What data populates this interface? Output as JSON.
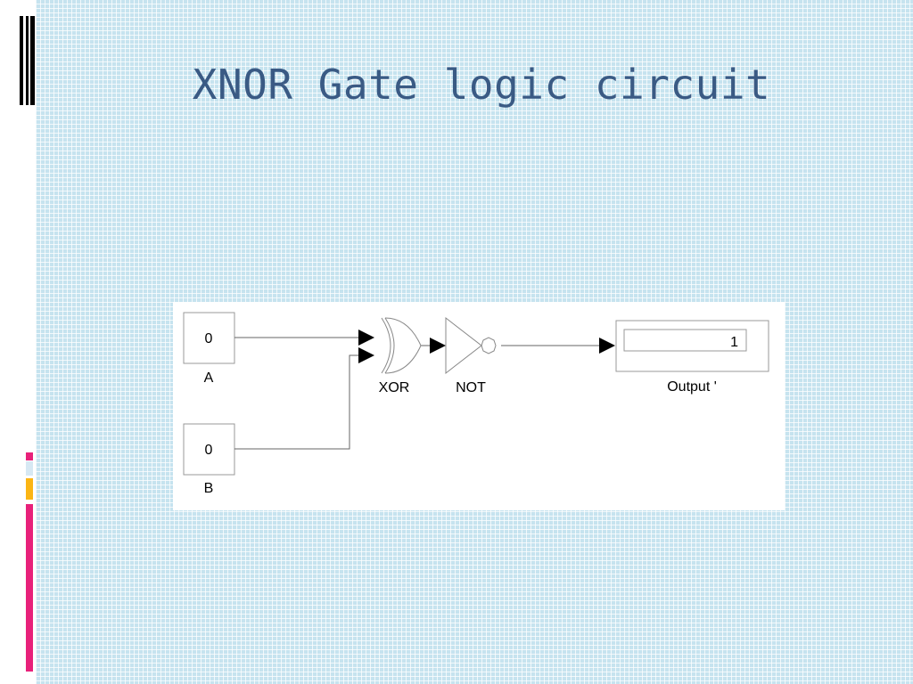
{
  "slide": {
    "title": "XNOR Gate logic circuit"
  },
  "diagram": {
    "input_a": {
      "value": "0",
      "label": "A"
    },
    "input_b": {
      "value": "0",
      "label": "B"
    },
    "xor_gate": {
      "label": "XOR"
    },
    "not_gate": {
      "label": "NOT"
    },
    "output": {
      "value": "1",
      "label": "Output '"
    }
  },
  "colors": {
    "title": "#3a5a84",
    "background": "#c6e3ef",
    "accent_pink": "#e8217a",
    "accent_light": "#d6e8f3",
    "accent_yellow": "#fbb514"
  }
}
